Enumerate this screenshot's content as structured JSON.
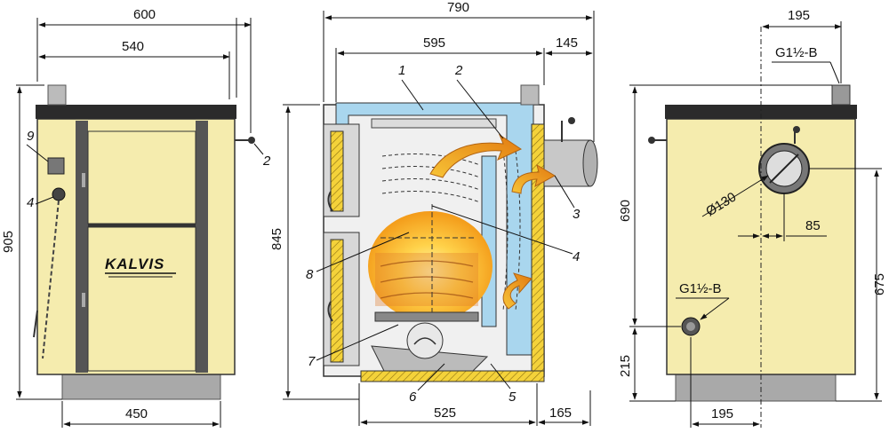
{
  "diagram": {
    "brand": "KALVIS",
    "colors": {
      "body": "#f5ecae",
      "top_plate": "#2b2b2b",
      "frame": "#555555",
      "base": "#a9a9a9",
      "water_jacket": "#a9d6ee",
      "insulation": "#f4d23a",
      "flame": "#f3a21a"
    },
    "front_view": {
      "dim_width_total": "600",
      "dim_width_inner": "540",
      "dim_height": "905",
      "dim_base_width": "450",
      "callouts": [
        "9",
        "4",
        "2"
      ]
    },
    "section_view": {
      "dim_total": "790",
      "dim_depth": "595",
      "dim_flue_offset": "145",
      "dim_height": "845",
      "dim_base": "525",
      "dim_rear": "165",
      "callouts": [
        "1",
        "2",
        "3",
        "4",
        "5",
        "6",
        "7",
        "8"
      ]
    },
    "rear_view": {
      "dim_top_offset": "195",
      "label_top_pipe": "G1½-B",
      "dim_height_flue": "690",
      "dim_flue_diameter": "Ø130",
      "dim_flue_offset": "85",
      "label_bottom_pipe": "G1½-B",
      "dim_height_upper": "675",
      "dim_height_bottom": "215",
      "dim_bottom_offset": "195"
    }
  }
}
